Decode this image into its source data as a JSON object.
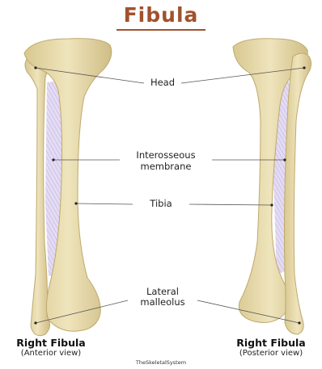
{
  "title": "Fibula",
  "colors": {
    "title": "#a0522d",
    "bone": "#e8dcae",
    "bone_shade": "#cbb880",
    "membrane": "#cbbfe6",
    "leader": "#555555"
  },
  "labels": {
    "head": "Head",
    "interosseous_1": "Interosseous",
    "interosseous_2": "membrane",
    "tibia": "Tibia",
    "malleolus_1": "Lateral",
    "malleolus_2": "malleolus"
  },
  "left_caption": {
    "title": "Right Fibula",
    "subtitle": "(Anterior view)"
  },
  "right_caption": {
    "title": "Right Fibula",
    "subtitle": "(Posterior view)"
  },
  "credit": "TheSkeletalSystem"
}
